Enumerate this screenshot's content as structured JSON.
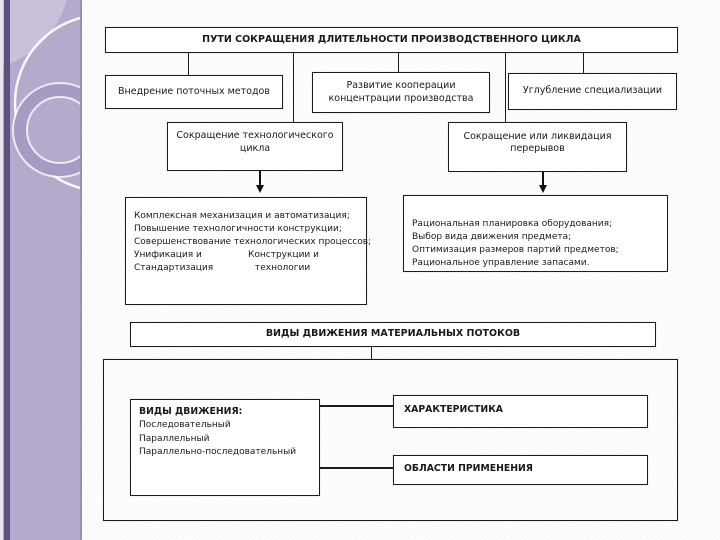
{
  "slide": {
    "title": "ПУТИ СОКРАЩЕНИЯ ДЛИТЕЛЬНОСТИ ПРОИЗВОДСТВЕННОГО ЦИКЛА",
    "methods": {
      "flow": "Внедрение поточных методов",
      "cooperation_line1": "Развитие кооперации",
      "cooperation_line2": "концентрации производства",
      "specialization": "Углубление специализации"
    },
    "reduction": {
      "tech_cycle_line1": "Сокращение технологического",
      "tech_cycle_line2": "цикла",
      "breaks_line1": "Сокращение или ликвидация",
      "breaks_line2": "перерывов"
    },
    "tech_measures": {
      "line1": "Комплексная механизация и автоматизация;",
      "line2": "Повышение технологичности конструкции;",
      "line3": "Совершенствование технологических процессов;",
      "col1_line1": "Унификация и",
      "col1_line2": "Стандартизация",
      "col2_line1": "Конструкции и",
      "col2_line2": "технологии"
    },
    "break_measures": {
      "line1": "Рациональная планировка оборудования;",
      "line2": "Выбор вида движения предмета;",
      "line3": "Оптимизация размеров партий предметов;",
      "line4": "Рациональное управление запасами."
    },
    "flows_title": "ВИДЫ ДВИЖЕНИЯ МАТЕРИАЛЬНЫХ ПОТОКОВ",
    "movement": {
      "header": "ВИДЫ ДВИЖЕНИЯ:",
      "types": [
        "Последовательный",
        "Параллельный",
        "Параллельно-последовательный"
      ],
      "characteristic": "ХАРАКТЕРИСТИКА",
      "application": "ОБЛАСТИ ПРИМЕНЕНИЯ"
    },
    "colors": {
      "sidebar_base": "#b5aacb",
      "sidebar_stripe": "#5c5080",
      "sidebar_light_wedge": "#c9c0d9",
      "ring_band": "#a79bc3",
      "border": "#1c1c1c"
    }
  }
}
